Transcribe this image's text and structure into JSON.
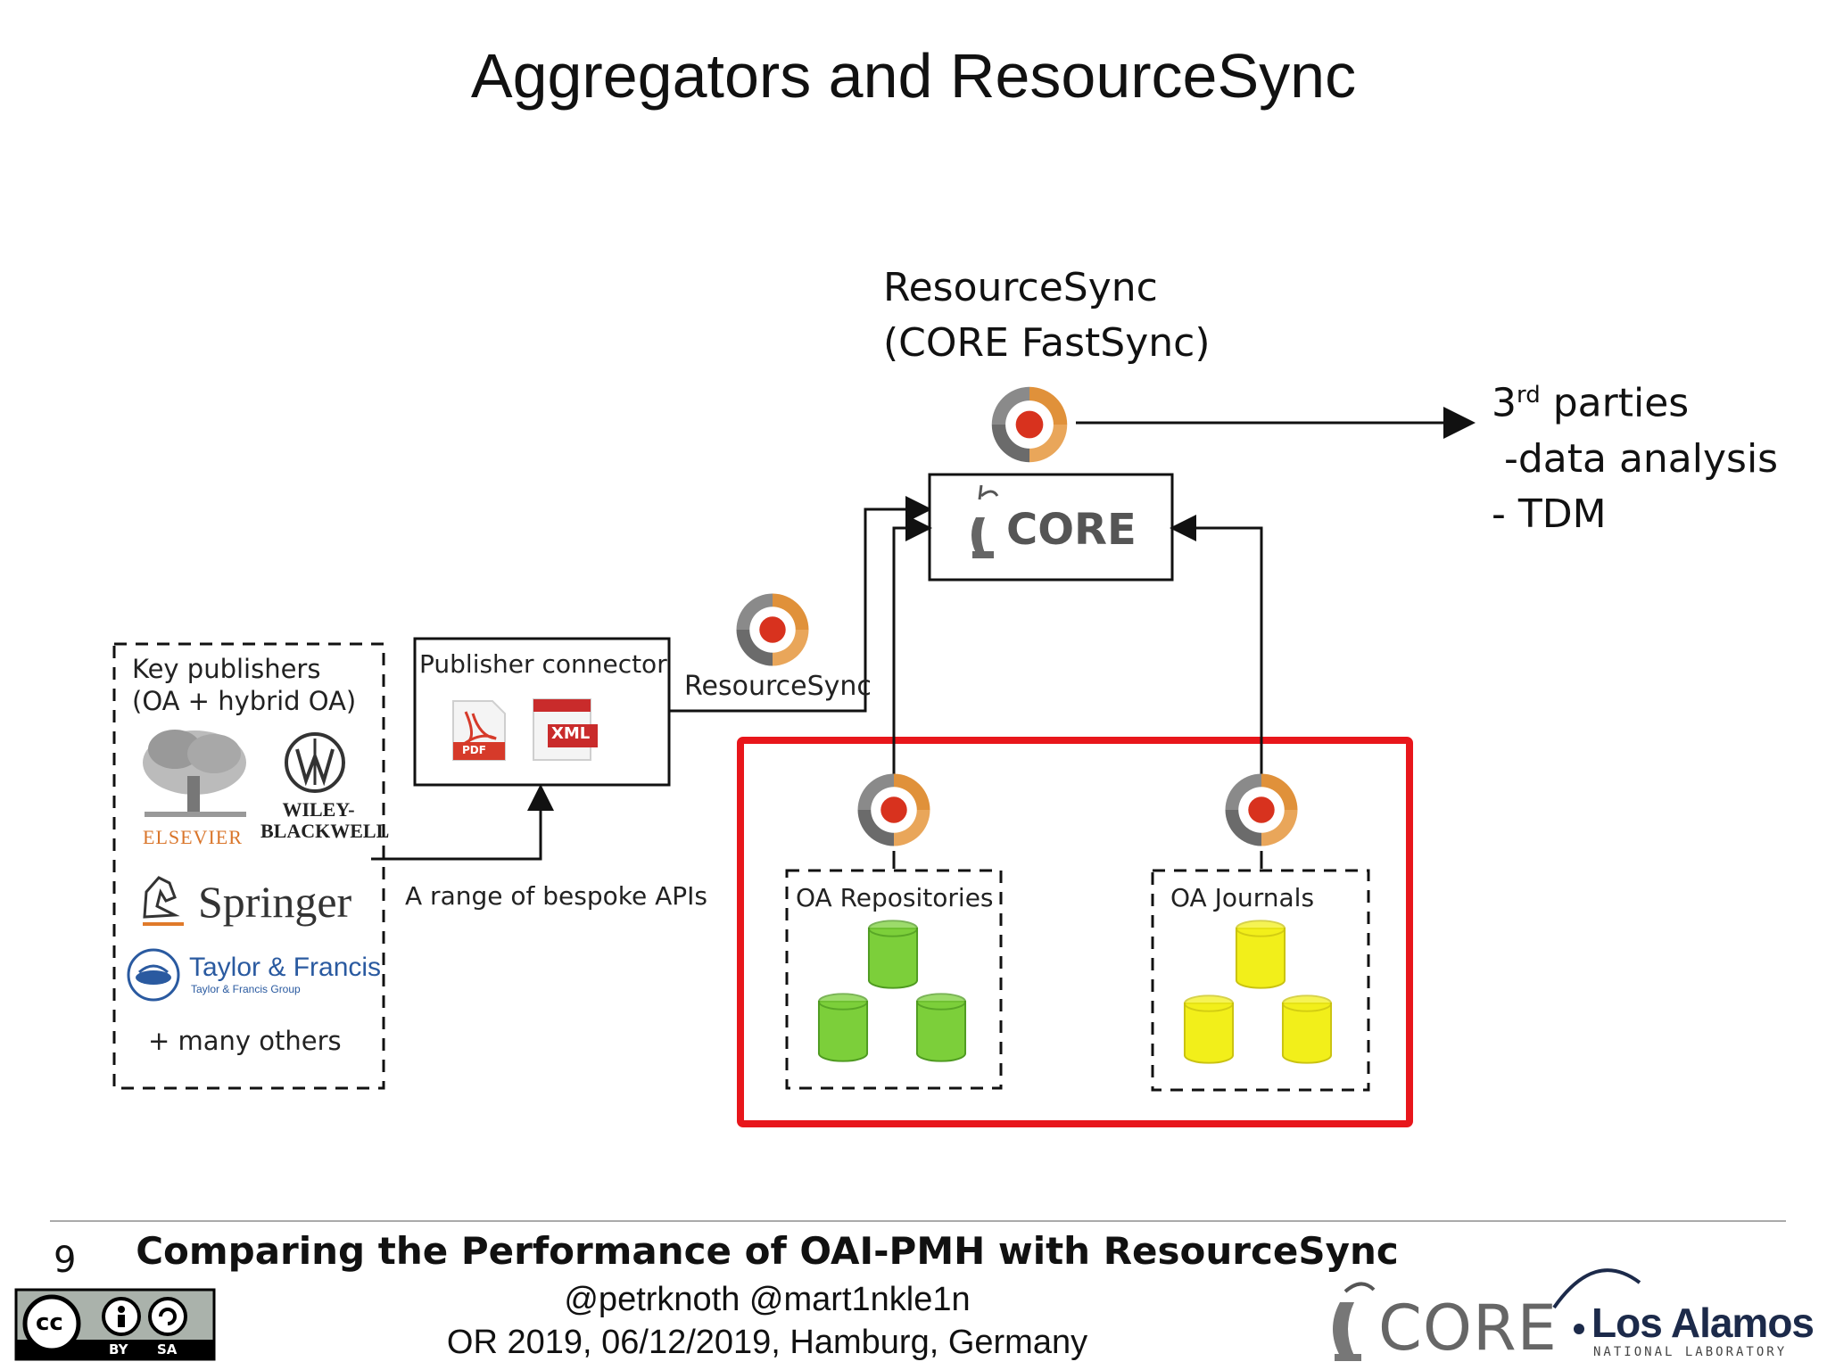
{
  "title": "Aggregators and ResourceSync",
  "resourcesync_top": {
    "line1": "ResourceSync",
    "line2": "(CORE FastSync)"
  },
  "third_parties": {
    "base": "3",
    "sup": "rd",
    "rest": " parties",
    "line2": " -data analysis",
    "line3": "- TDM"
  },
  "publishers": {
    "title_line1": "Key publishers",
    "title_line2": "(OA + hybrid OA)",
    "elsevier": "ELSEVIER",
    "wiley_line1": "WILEY-",
    "wiley_line2": "BLACKWELL",
    "springer": "Springer",
    "taylor_francis": "Taylor & Francis",
    "taylor_francis_sub": "Taylor & Francis Group",
    "others": "+ many others"
  },
  "connector": {
    "title": "Publisher connector",
    "pdf_label": "PDF",
    "xml_label": "XML"
  },
  "resourcesync_mid": "ResourceSync",
  "bespoke_apis": "A range of bespoke APIs",
  "core_box_label": "CORE",
  "oa_repositories": "OA Repositories",
  "oa_journals": "OA Journals",
  "colors": {
    "highlight_red": "#e8161b",
    "repo_green": "#7ccf3a",
    "journal_yellow": "#f2ef1a",
    "sync_orange": "#e0913a",
    "sync_red": "#d8321e",
    "sync_gray": "#6b6b6b"
  },
  "footer": {
    "page_number": "9",
    "title": "Comparing the Performance of OAI-PMH with ResourceSync",
    "handles": "@petrknoth @mart1nkle1n",
    "event": "OR 2019, 06/12/2019, Hamburg, Germany",
    "cc_by": "BY",
    "cc_sa": "SA",
    "core_logo": "CORE",
    "lanl_name": "Los Alamos",
    "lanl_sub": "NATIONAL LABORATORY"
  }
}
